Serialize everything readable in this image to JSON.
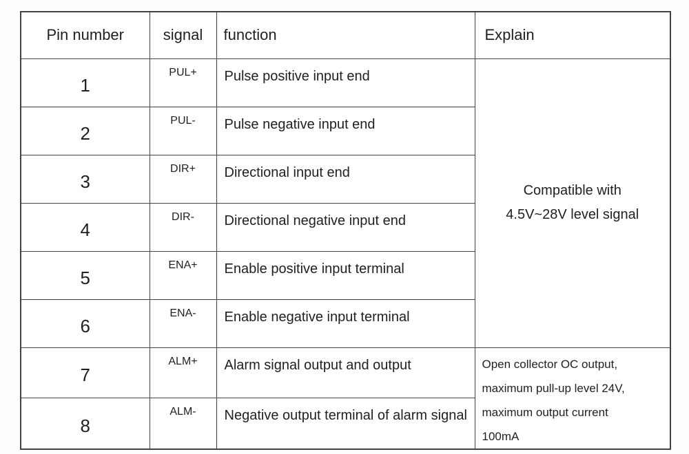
{
  "table": {
    "headers": {
      "pin": "Pin number",
      "signal": "signal",
      "function": "function",
      "explain": "Explain"
    },
    "rows": [
      {
        "pin": "1",
        "signal": "PUL+",
        "function": "Pulse positive input end"
      },
      {
        "pin": "2",
        "signal": "PUL-",
        "function": "Pulse negative input end"
      },
      {
        "pin": "3",
        "signal": "DIR+",
        "function": "Directional input end"
      },
      {
        "pin": "4",
        "signal": "DIR-",
        "function": "Directional negative input end"
      },
      {
        "pin": "5",
        "signal": "ENA+",
        "function": "Enable positive input terminal"
      },
      {
        "pin": "6",
        "signal": "ENA-",
        "function": "Enable negative input terminal"
      },
      {
        "pin": "7",
        "signal": "ALM+",
        "function": "Alarm signal output and output"
      },
      {
        "pin": "8",
        "signal": "ALM-",
        "function": "Negative output terminal of alarm signal"
      }
    ],
    "explain_level_signal": {
      "spans_rows": "1-6",
      "lines": {
        "line1": "Compatible with",
        "line2": "4.5V~28V level signal"
      }
    },
    "explain_alarm": {
      "spans_rows": "7-8",
      "lines": {
        "line1": "Open collector OC output,",
        "line2": "maximum pull-up level 24V,",
        "line3": "maximum output current",
        "line4": "100mA"
      }
    }
  },
  "colors": {
    "border": "#424242",
    "text": "#1f1f1f",
    "background": "#ffffff"
  }
}
